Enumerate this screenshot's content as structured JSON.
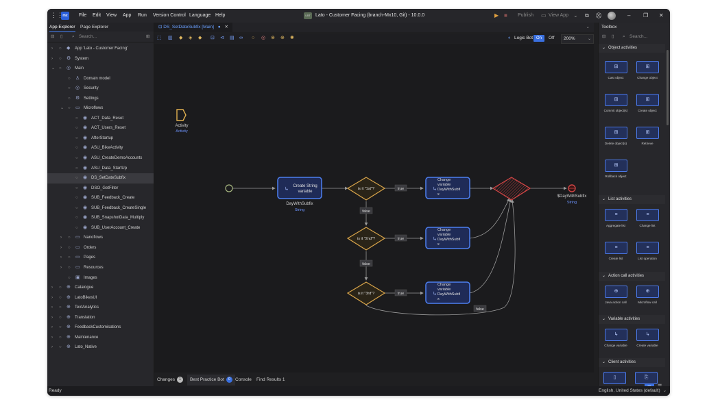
{
  "titlebar": {
    "menu": [
      "File",
      "Edit",
      "View",
      "App",
      "Run",
      "Version Control",
      "Language",
      "Help"
    ],
    "app_badge": "LBT",
    "window_title": "Lato - Customer Facing (branch-Mx10, Git) - 10.0.0",
    "publish_label": "Publish",
    "view_app_label": "View App",
    "logo_text": "mx"
  },
  "left_panel": {
    "tabs": [
      "App Explorer",
      "Page Explorer"
    ],
    "search_placeholder": "Search...",
    "tree": [
      {
        "label": "App 'Lato - Customer Facing'",
        "indent": 0,
        "chev": "›",
        "icon": "◆",
        "sel": false
      },
      {
        "label": "System",
        "indent": 0,
        "chev": "›",
        "icon": "⚙",
        "sel": false
      },
      {
        "label": "Main",
        "indent": 0,
        "chev": "⌄",
        "icon": "◎",
        "sel": false
      },
      {
        "label": "Domain model",
        "indent": 1,
        "chev": "",
        "icon": "♙",
        "sel": false
      },
      {
        "label": "Security",
        "indent": 1,
        "chev": "",
        "icon": "◎",
        "sel": false
      },
      {
        "label": "Settings",
        "indent": 1,
        "chev": "",
        "icon": "⚙",
        "sel": false
      },
      {
        "label": "Microflows",
        "indent": 1,
        "chev": "⌄",
        "icon": "▭",
        "sel": false
      },
      {
        "label": "ACT_Data_Reset",
        "indent": 2,
        "chev": "",
        "icon": "◉",
        "sel": false
      },
      {
        "label": "ACT_Users_Reset",
        "indent": 2,
        "chev": "",
        "icon": "◉",
        "sel": false
      },
      {
        "label": "AfterStartup",
        "indent": 2,
        "chev": "",
        "icon": "◉",
        "sel": false
      },
      {
        "label": "ASU_BikeActivity",
        "indent": 2,
        "chev": "",
        "icon": "◉",
        "sel": false
      },
      {
        "label": "ASU_CreateDemoAccounts",
        "indent": 2,
        "chev": "",
        "icon": "◉",
        "sel": false
      },
      {
        "label": "ASU_Data_StartUp",
        "indent": 2,
        "chev": "",
        "icon": "◉",
        "sel": false
      },
      {
        "label": "DS_SetDateSubfix",
        "indent": 2,
        "chev": "",
        "icon": "◉",
        "sel": true
      },
      {
        "label": "DSO_GetFilter",
        "indent": 2,
        "chev": "",
        "icon": "◉",
        "sel": false
      },
      {
        "label": "SUB_Feedback_Create",
        "indent": 2,
        "chev": "",
        "icon": "◉",
        "sel": false
      },
      {
        "label": "SUB_Feedback_CreateSingle",
        "indent": 2,
        "chev": "",
        "icon": "◉",
        "sel": false
      },
      {
        "label": "SUB_SnapshotData_Multiply",
        "indent": 2,
        "chev": "",
        "icon": "◉",
        "sel": false
      },
      {
        "label": "SUB_UserAccount_Create",
        "indent": 2,
        "chev": "",
        "icon": "◉",
        "sel": false
      },
      {
        "label": "Nanoflows",
        "indent": 1,
        "chev": "›",
        "icon": "▭",
        "sel": false
      },
      {
        "label": "Orders",
        "indent": 1,
        "chev": "›",
        "icon": "▭",
        "sel": false
      },
      {
        "label": "Pages",
        "indent": 1,
        "chev": "›",
        "icon": "▭",
        "sel": false
      },
      {
        "label": "Resources",
        "indent": 1,
        "chev": "›",
        "icon": "▭",
        "sel": false
      },
      {
        "label": "Images",
        "indent": 1,
        "chev": "",
        "icon": "▣",
        "sel": false
      },
      {
        "label": "Catalogue",
        "indent": 0,
        "chev": "›",
        "icon": "⊕",
        "sel": false
      },
      {
        "label": "LatoBikesUI",
        "indent": 0,
        "chev": "›",
        "icon": "⊕",
        "sel": false
      },
      {
        "label": "TextAnalytics",
        "indent": 0,
        "chev": "›",
        "icon": "⊕",
        "sel": false
      },
      {
        "label": "Translation",
        "indent": 0,
        "chev": "›",
        "icon": "⊕",
        "sel": false
      },
      {
        "label": "FeedbackCustomisations",
        "indent": 0,
        "chev": "›",
        "icon": "⊕",
        "sel": false
      },
      {
        "label": "Maintenance",
        "indent": 0,
        "chev": "›",
        "icon": "⊕",
        "sel": false
      },
      {
        "label": "Lato_Native",
        "indent": 0,
        "chev": "›",
        "icon": "⊕",
        "sel": false
      }
    ]
  },
  "editor": {
    "tab_label": "DS_SetDateSubfix [Main]",
    "logic_bot_label": "Logic Bot",
    "logic_bot_on": "On",
    "logic_bot_off": "Off",
    "zoom": "200%"
  },
  "flow": {
    "activity_label": "Activity",
    "activity_sub": "Activity",
    "create_var_line1": "Create String",
    "create_var_line2": "variable",
    "var_name": "DayWithSubfix",
    "var_type": "String",
    "decision1": "is it \"1st\"?",
    "decision2": "is it \"2nd\"?",
    "decision3": "is it \"3rd\"?",
    "true_label": "true",
    "false_label": "false",
    "change_l1": "Change",
    "change_l2": "variable",
    "change_l3": "DayWithSubfi",
    "change_l4": "x",
    "end_label": "$DayWithSubfix",
    "end_type": "String"
  },
  "bottom_tabs": {
    "changes": "Changes",
    "changes_count": "1",
    "best_practice": "Best Practice Bot",
    "best_practice_count": "0",
    "console": "Console",
    "find_results": "Find Results 1"
  },
  "toolbox": {
    "title": "Toolbox",
    "search_placeholder": "Search...",
    "sections": {
      "object": "Object activities",
      "list": "List activities",
      "action": "Action call activities",
      "variable": "Variable activities",
      "client": "Client activities"
    },
    "object_items": [
      "Cast object",
      "Change object",
      "Commit object(s)",
      "Create object",
      "Delete object(s)",
      "Retrieve",
      "Rollback object"
    ],
    "list_items": [
      "Aggregate list",
      "Change list",
      "Create list",
      "List operation"
    ],
    "action_items": [
      "Java action call",
      "Microflow call"
    ],
    "variable_items": [
      "Change variable",
      "Create variable"
    ]
  },
  "status": {
    "left": "Ready",
    "right": "English, United States (default)"
  }
}
